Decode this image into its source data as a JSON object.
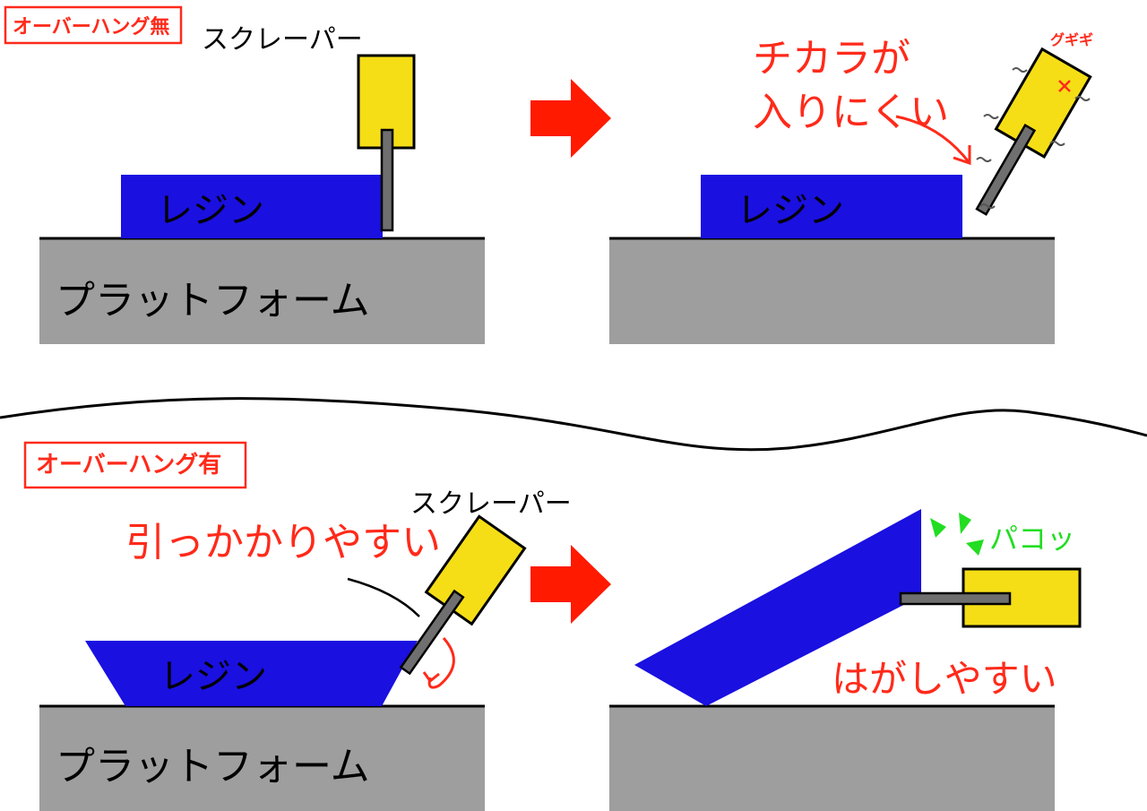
{
  "top_panel": {
    "tag_label": "オーバーハング無",
    "scraper_label": "スクレーパー",
    "resin_label": "レジン",
    "platform_label": "プラットフォーム",
    "result_resin_label": "レジン",
    "result_caption_line1": "チカラが",
    "result_caption_line2": "入りにくい",
    "strain_label": "グギギ"
  },
  "bottom_panel": {
    "tag_label": "オーバーハング有",
    "scraper_label": "スクレーパー",
    "resin_label": "レジン",
    "platform_label": "プラットフォーム",
    "catch_caption": "引っかかりやすい",
    "pop_label": "パコッ",
    "result_caption": "はがしやすい"
  },
  "colors": {
    "resin": "#1a10e0",
    "platform": "#9e9e9e",
    "scraper_handle": "#f5de16",
    "scraper_blade": "#6f6f6f",
    "annotation_red": "#ff2a1a",
    "arrow_red": "#ff1a00",
    "pop_green": "#22dd22"
  }
}
